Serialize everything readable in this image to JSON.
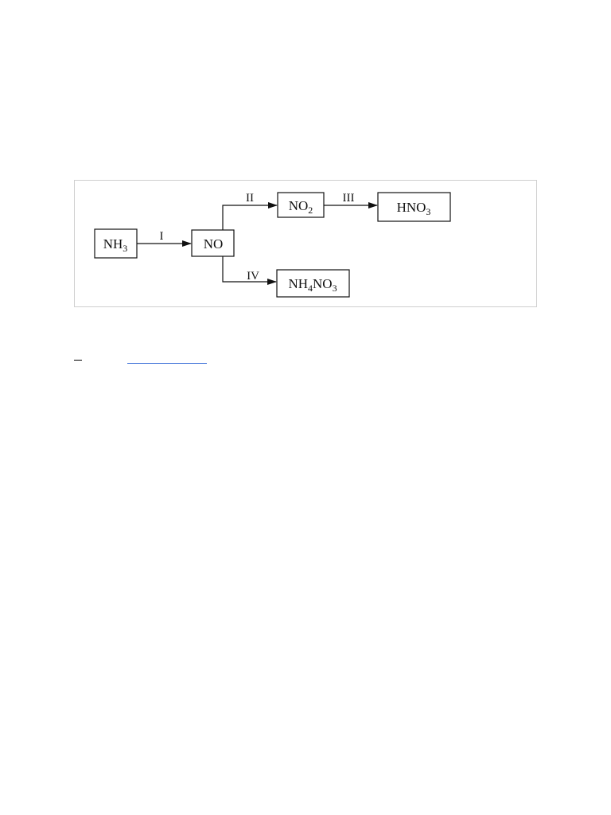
{
  "diagram": {
    "nodes": {
      "nh3": {
        "main": "NH",
        "sub": "3"
      },
      "no": {
        "main": "NO"
      },
      "no2": {
        "main": "NO",
        "sub": "2"
      },
      "hno3": {
        "main": "HNO",
        "sub": "3"
      },
      "nh4no3": {
        "parts": [
          "NH",
          "4",
          "NO",
          "3"
        ]
      }
    },
    "edges": {
      "e1": "I",
      "e2": "II",
      "e3": "III",
      "e4": "IV"
    }
  },
  "colors": {
    "line": "#111111",
    "frame_border": "#cfcfcf",
    "link_underline": "#3a6fd8"
  }
}
